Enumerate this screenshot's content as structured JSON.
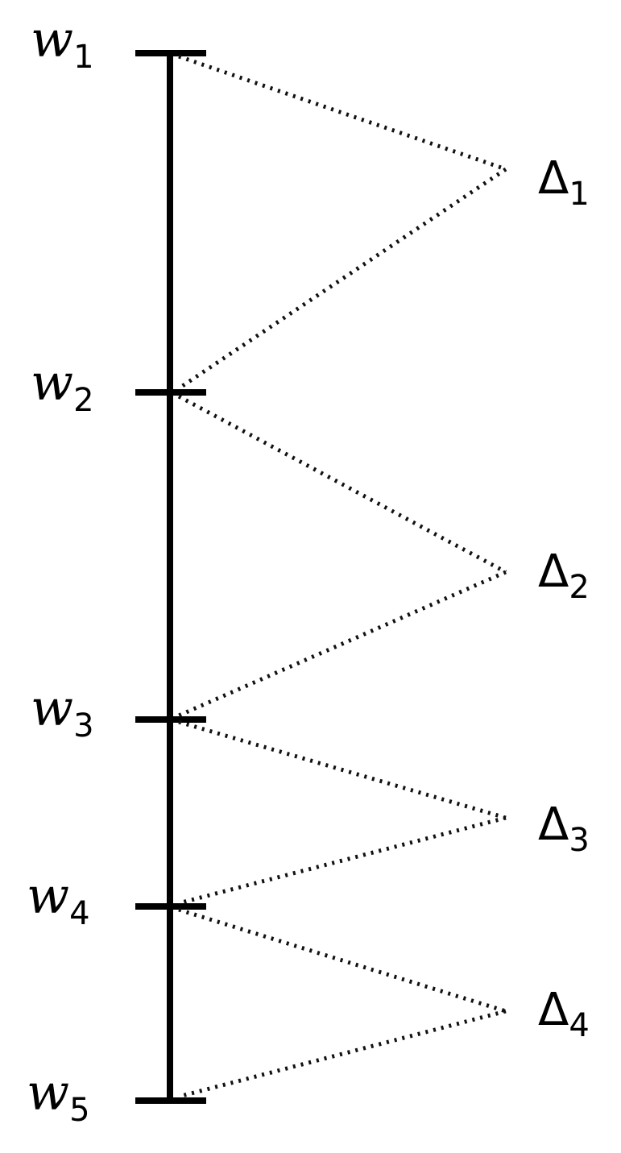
{
  "diagram": {
    "nodes": [
      {
        "id": "w1",
        "base": "w",
        "sub": "1"
      },
      {
        "id": "w2",
        "base": "w",
        "sub": "2"
      },
      {
        "id": "w3",
        "base": "w",
        "sub": "3"
      },
      {
        "id": "w4",
        "base": "w",
        "sub": "4"
      },
      {
        "id": "w5",
        "base": "w",
        "sub": "5"
      }
    ],
    "gaps": [
      {
        "id": "delta1",
        "base": "Δ",
        "sub": "1",
        "from": "w1",
        "to": "w2"
      },
      {
        "id": "delta2",
        "base": "Δ",
        "sub": "2",
        "from": "w2",
        "to": "w3"
      },
      {
        "id": "delta3",
        "base": "Δ",
        "sub": "3",
        "from": "w3",
        "to": "w4"
      },
      {
        "id": "delta4",
        "base": "Δ",
        "sub": "4",
        "from": "w4",
        "to": "w5"
      }
    ],
    "colors": {
      "line": "#000000",
      "background": "#ffffff"
    }
  }
}
